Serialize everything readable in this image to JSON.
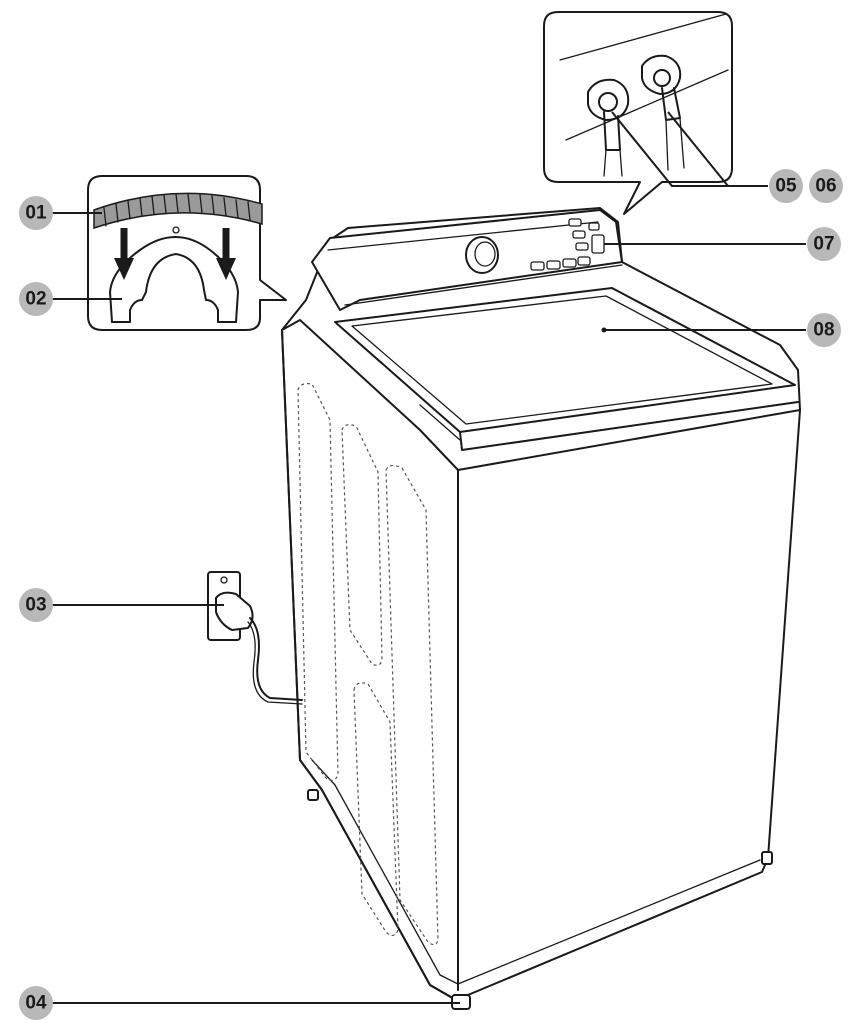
{
  "callouts": [
    {
      "id": "01",
      "label": "01"
    },
    {
      "id": "02",
      "label": "02"
    },
    {
      "id": "03",
      "label": "03"
    },
    {
      "id": "04",
      "label": "04"
    },
    {
      "id": "05",
      "label": "05"
    },
    {
      "id": "06",
      "label": "06"
    },
    {
      "id": "07",
      "label": "07"
    },
    {
      "id": "08",
      "label": "08"
    }
  ],
  "colors": {
    "badge": "#b8b8b8",
    "line": "#1a1a1a",
    "background": "#ffffff"
  }
}
